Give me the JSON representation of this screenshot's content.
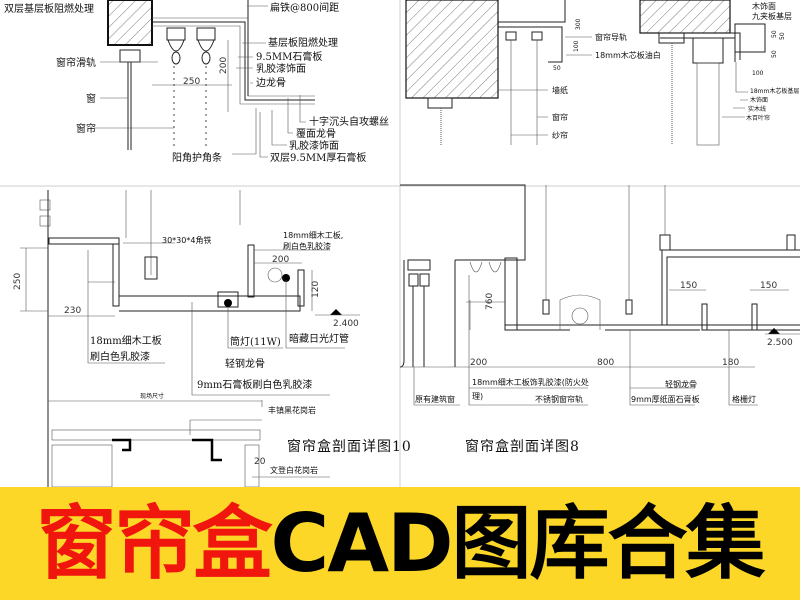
{
  "banner": {
    "title_red": "窗帘盒",
    "title_black": "CAD图库合集",
    "background": "#fcd728",
    "red": "#f0150d"
  },
  "panel_top_left": {
    "labels": [
      "双层基层板阻燃处理",
      "扁铁@800间距",
      "基层板阻燃处理",
      "9.5MM石膏板",
      "乳胶漆饰面",
      "边龙骨",
      "十字沉头自攻螺丝",
      "覆面龙骨",
      "乳胶漆饰面",
      "双层9.5MM厚石膏板",
      "阳角护角条",
      "窗帘滑轨",
      "窗",
      "窗帘"
    ],
    "dims": [
      "250",
      "200"
    ]
  },
  "panel_top_right": {
    "labels": [
      "窗帘导轨",
      "18mm木芯板油白",
      "墙纸",
      "窗帘",
      "纱帘",
      "木饰面",
      "九夹板基层",
      "18mm木芯板基层",
      "木饰面",
      "实木线",
      "木百叶帘"
    ],
    "dims": [
      "50",
      "300",
      "100",
      "50",
      "100",
      "50",
      "50"
    ]
  },
  "panel_bottom_left": {
    "labels": [
      "30*30*4角铁",
      "18mm细木工板,",
      "刷白色乳胶漆",
      "18mm细木工板",
      "刷白色乳胶漆",
      "筒灯(11W)",
      "暗藏日光灯管",
      "轻钢龙骨",
      "9mm石膏板刷白色乳胶漆",
      "现场尺寸",
      "丰镇黑花岗岩",
      "文登白花岗岩"
    ],
    "dims": [
      "200",
      "120",
      "250",
      "230",
      "20"
    ],
    "elevation": "2.400",
    "title": "窗帘盒剖面详图10"
  },
  "panel_bottom_right": {
    "labels": [
      "18mm细木工板饰乳胶漆(防火处",
      "理)",
      "不锈钢窗帘轨",
      "原有建筑窗",
      "轻钢龙骨",
      "9mm厚纸面石膏板",
      "格栅灯"
    ],
    "dims": [
      "150",
      "150",
      "760",
      "200",
      "800",
      "180"
    ],
    "elevation": "2.500",
    "title": "窗帘盒剖面详图8"
  }
}
